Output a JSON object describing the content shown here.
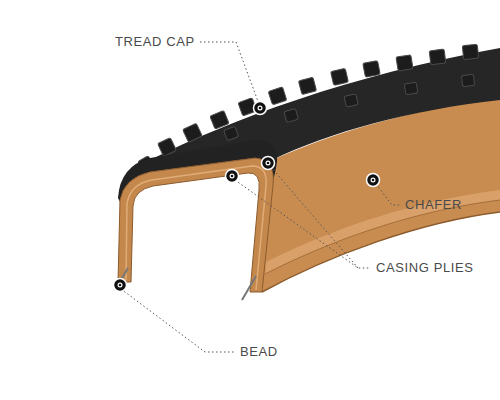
{
  "diagram": {
    "labels": [
      "TREAD CAP",
      "CHAFER",
      "CASING PLIES",
      "BEAD"
    ]
  }
}
